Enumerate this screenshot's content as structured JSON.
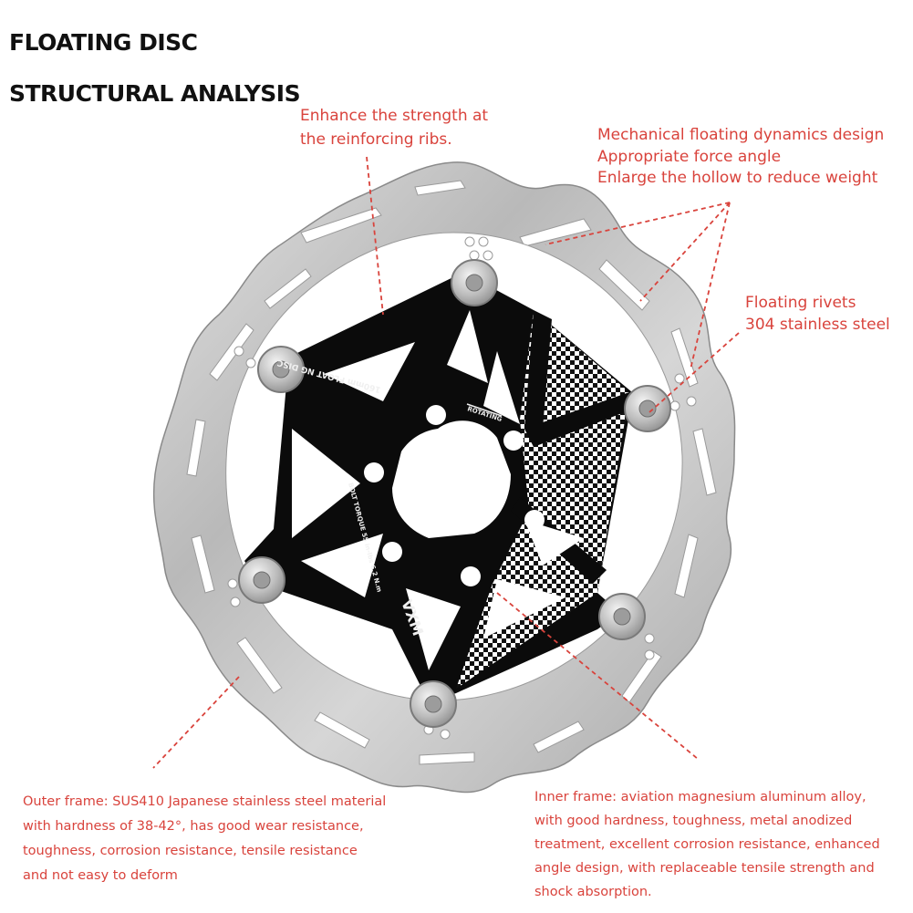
{
  "title": {
    "line1": "FLOATING DISC",
    "line2": "STRUCTURAL ANALYSIS"
  },
  "annotations": {
    "ribs": [
      "Enhance the strength at",
      "the reinforcing ribs."
    ],
    "floating_design": [
      "Mechanical floating dynamics design",
      "Appropriate force angle",
      "Enlarge the hollow to reduce weight"
    ],
    "rivets": [
      "Floating rivets",
      "304 stainless steel"
    ],
    "outer_frame": [
      "Outer frame: SUS410 Japanese stainless steel material",
      "with hardness of 38-42°, has good wear resistance,",
      "toughness, corrosion resistance, tensile resistance",
      "and not easy to deform"
    ],
    "inner_frame": [
      "Inner frame: aviation magnesium aluminum alloy,",
      "with good hardness, toughness, metal anodized",
      "treatment, excellent corrosion resistance, enhanced",
      "angle design, with replaceable tensile strength and",
      "shock absorption."
    ]
  },
  "disc_text": {
    "model": "160mm FLOAT NG DISC",
    "rotating": "ROTATING",
    "torque": "BOLT TORQUE 55 in-lbs 6.2 N.m",
    "brand": "VXM"
  },
  "colors": {
    "accent": "#d9433c",
    "title": "#111111",
    "rotor": "#c9c9c9",
    "spider": "#0b0b0b"
  }
}
